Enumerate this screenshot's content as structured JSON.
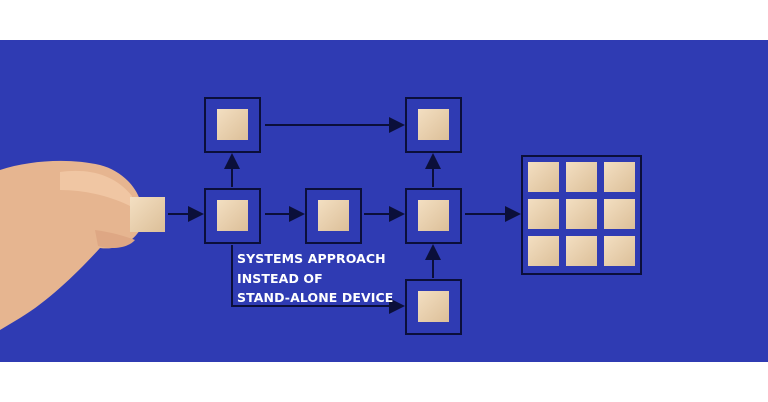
{
  "caption": {
    "lines": [
      "SYSTEMS APPROACH",
      "INSTEAD OF",
      "STAND-ALONE DEVICE"
    ]
  },
  "colors": {
    "background": "#2f3bb3",
    "frame": "#0b0f3a",
    "block": "#ecd3b0",
    "skin": "#e9b994",
    "text": "#ffffff"
  }
}
